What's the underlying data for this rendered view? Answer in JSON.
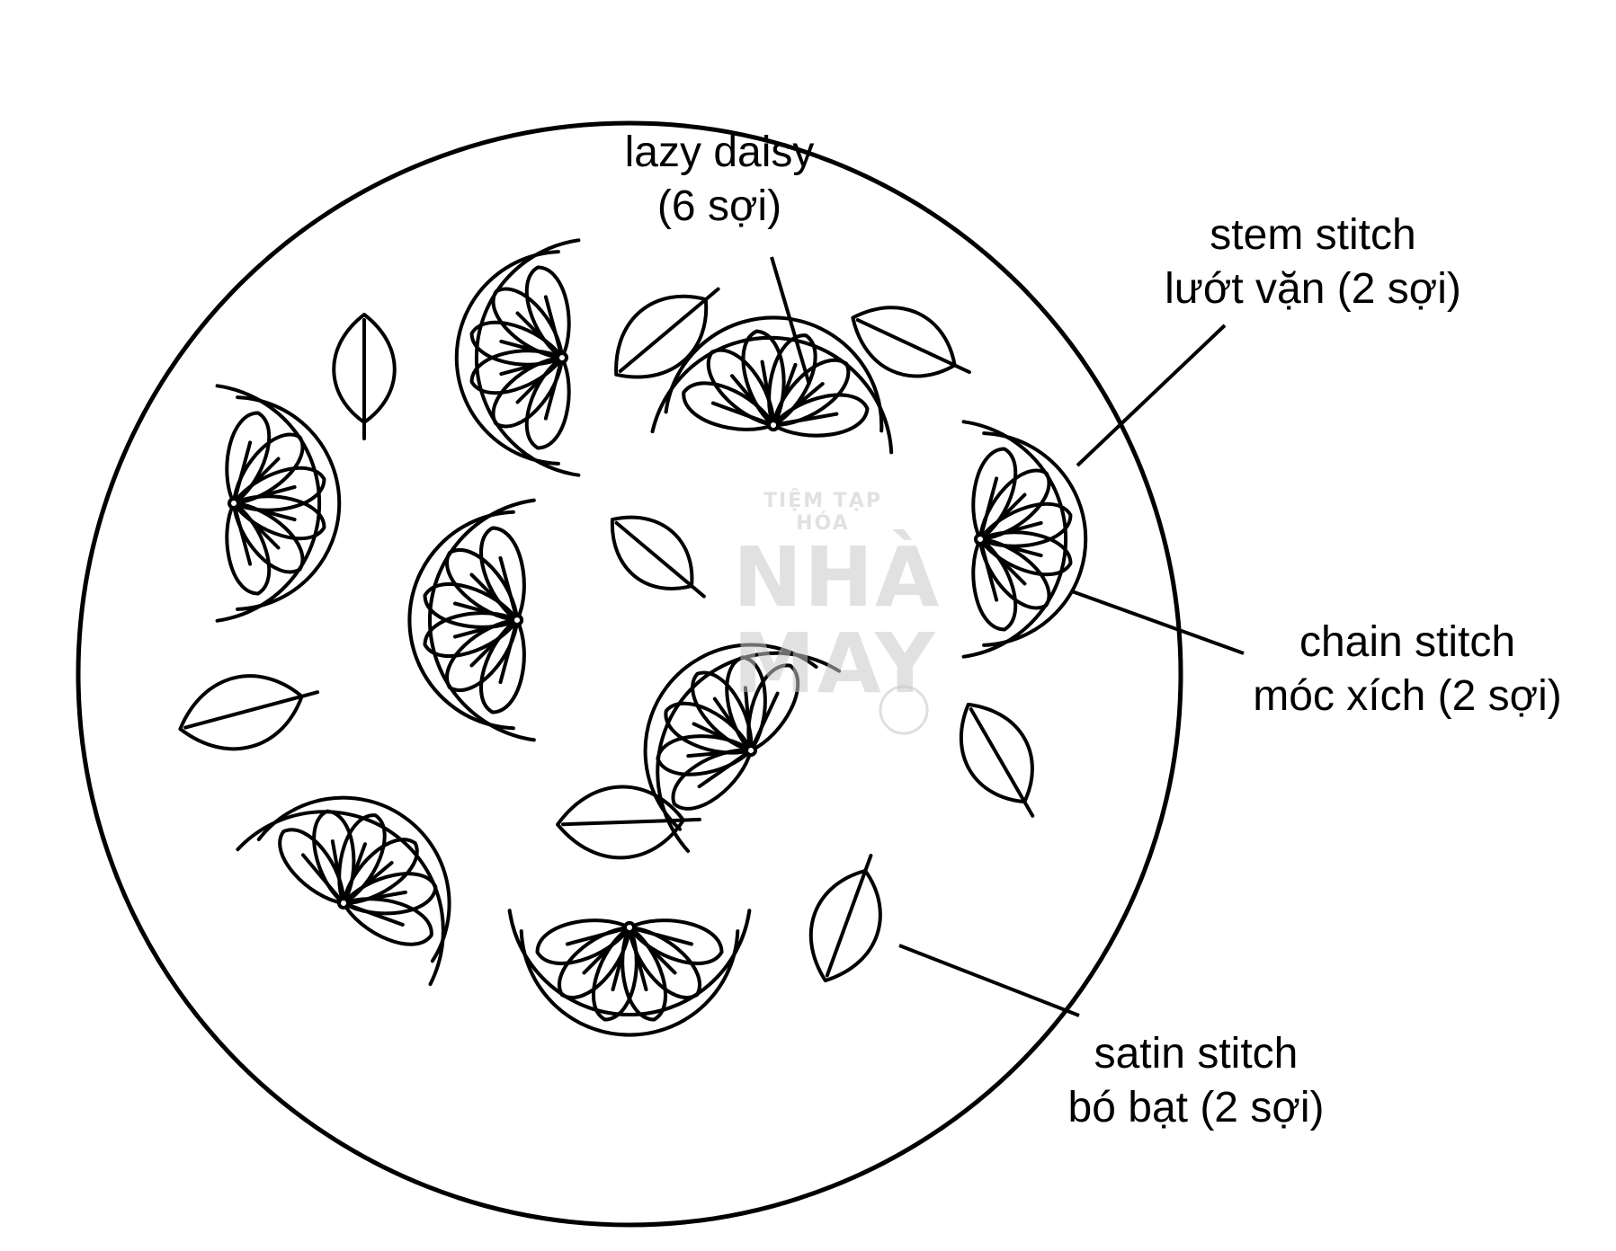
{
  "labels": {
    "lazy_daisy": {
      "line1": "lazy daisy",
      "line2": "(6 sợi)"
    },
    "stem_stitch": {
      "line1": "stem stitch",
      "line2": "lướt vặn (2 sợi)"
    },
    "chain_stitch": {
      "line1": "chain stitch",
      "line2": "móc xích (2 sợi)"
    },
    "satin_stitch": {
      "line1": "satin stitch",
      "line2": "bó bạt (2 sợi)"
    }
  },
  "watermark": {
    "top": "TIỆM TẠP HÓA",
    "middle": "NHÀ",
    "bottom": "MAY"
  },
  "colors": {
    "line": "#000000",
    "background": "#ffffff",
    "watermark": "#c9c9c9"
  }
}
